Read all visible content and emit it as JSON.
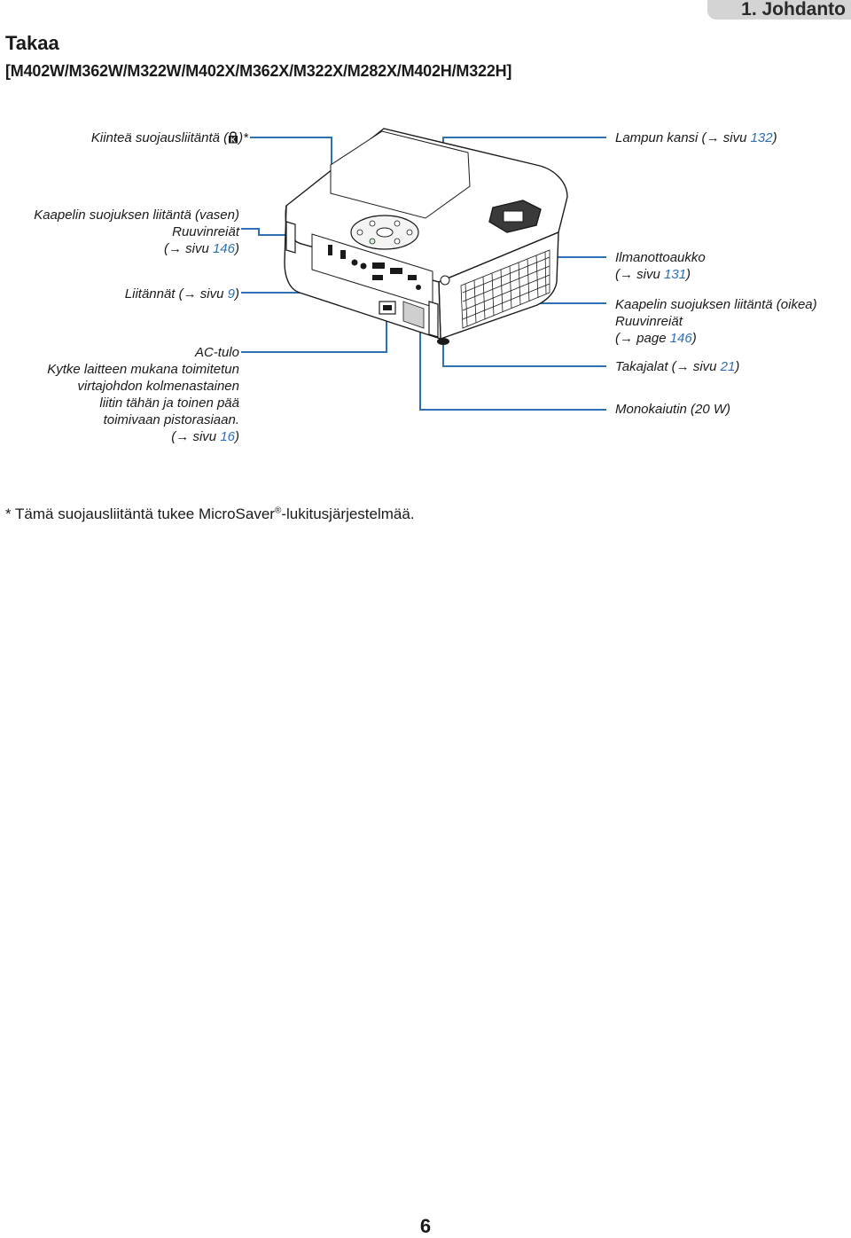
{
  "header": {
    "chapter": "1. Johdanto"
  },
  "section": {
    "title": "Takaa",
    "models": "[M402W/M362W/M322W/M402X/M362X/M322X/M282X/M402H/M322H]"
  },
  "callouts_left": {
    "security_slot": {
      "text": "Kiinteä suojausliitäntä (",
      "suffix": ")*"
    },
    "cable_cover_left": {
      "line1": "Kaapelin suojuksen liitäntä (vasen)",
      "line2": "Ruuvinreiät",
      "ref_prefix": "(",
      "ref_word": " sivu ",
      "ref_page": "146",
      "ref_suffix": ")"
    },
    "terminals": {
      "text": "Liitännät (",
      "ref_word": " sivu ",
      "ref_page": "9",
      "ref_suffix": ")"
    },
    "ac_input": {
      "line1": "AC-tulo",
      "line2": "Kytke laitteen mukana toimitetun",
      "line3": "virtajohdon kolmenastainen",
      "line4": "liitin tähän ja toinen pää",
      "line5": "toimivaan pistorasiaan.",
      "ref_prefix": "(",
      "ref_word": " sivu ",
      "ref_page": "16",
      "ref_suffix": ")"
    }
  },
  "callouts_right": {
    "lamp_cover": {
      "text": "Lampun kansi (",
      "ref_word": " sivu ",
      "ref_page": "132",
      "ref_suffix": ")"
    },
    "air_intake": {
      "line1": "Ilmanottoaukko",
      "ref_prefix": "(",
      "ref_word": " sivu ",
      "ref_page": "131",
      "ref_suffix": ")"
    },
    "cable_cover_right": {
      "line1": "Kaapelin suojuksen liitäntä (oikea)",
      "line2": "Ruuvinreiät",
      "ref_prefix": "(",
      "ref_word": " page ",
      "ref_page": "146",
      "ref_suffix": ")"
    },
    "rear_feet": {
      "text": "Takajalat (",
      "ref_word": " sivu ",
      "ref_page": "21",
      "ref_suffix": ")"
    },
    "speaker": {
      "text": "Monokaiutin (20 W)"
    }
  },
  "footnote": {
    "prefix": "* Tämä suojausliitäntä tukee MicroSaver",
    "mark": "®",
    "suffix": "-lukitusjärjestelmää."
  },
  "page_number": "6",
  "colors": {
    "callout_line": "#2f6fb3",
    "ref_text": "#2f6fb3",
    "chapter_tab": "#d4d4d4"
  },
  "icons": {
    "arrow": "→",
    "security-slot": "kensington-lock-icon"
  }
}
